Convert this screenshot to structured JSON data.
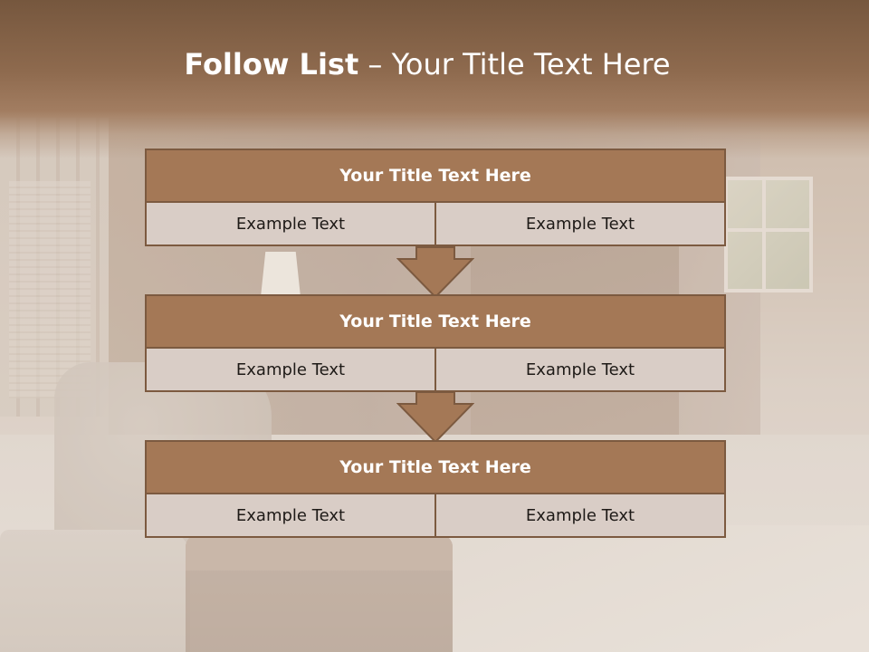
{
  "title": {
    "bold": "Follow List",
    "rest": " – Your Title Text Here"
  },
  "colors": {
    "accent": "#a47856",
    "border": "#7c5a40",
    "cell_fill": "#d9cdc6",
    "title_band": "#8e6a4e"
  },
  "blocks": [
    {
      "header": "Your Title Text Here",
      "left": "Example Text",
      "right": "Example Text"
    },
    {
      "header": "Your Title Text Here",
      "left": "Example Text",
      "right": "Example Text"
    },
    {
      "header": "Your Title Text Here",
      "left": "Example Text",
      "right": "Example Text"
    }
  ],
  "connectors": [
    "down-arrow-icon",
    "down-arrow-icon"
  ]
}
